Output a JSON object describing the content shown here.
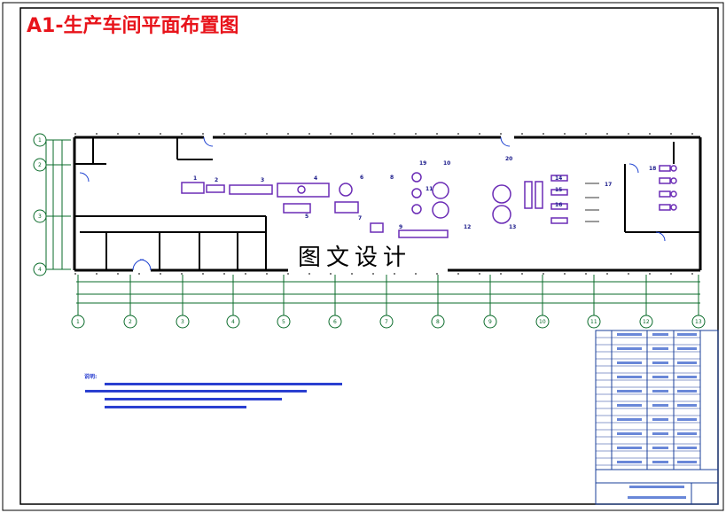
{
  "drawing": {
    "title": "A1-生产车间平面布置图",
    "watermark": "图文设计",
    "colors": {
      "frame": "#000000",
      "wall": "#000000",
      "grid": "#0a6b2a",
      "equipment": "#6a2bb5",
      "door": "#1a3fd0",
      "title": "#e8141b",
      "note": "#2a3fd0"
    },
    "column_axes": [
      "1",
      "2",
      "3",
      "4",
      "5",
      "6",
      "7",
      "8",
      "9",
      "10",
      "11",
      "12",
      "13"
    ],
    "row_axes": [
      "1",
      "2",
      "3",
      "4"
    ],
    "equipment_numbers": [
      "1",
      "2",
      "3",
      "4",
      "5",
      "6",
      "7",
      "8",
      "9",
      "10",
      "11",
      "12",
      "13",
      "14",
      "15",
      "16",
      "17",
      "18",
      "19",
      "20"
    ],
    "notes_title": "说明:"
  }
}
